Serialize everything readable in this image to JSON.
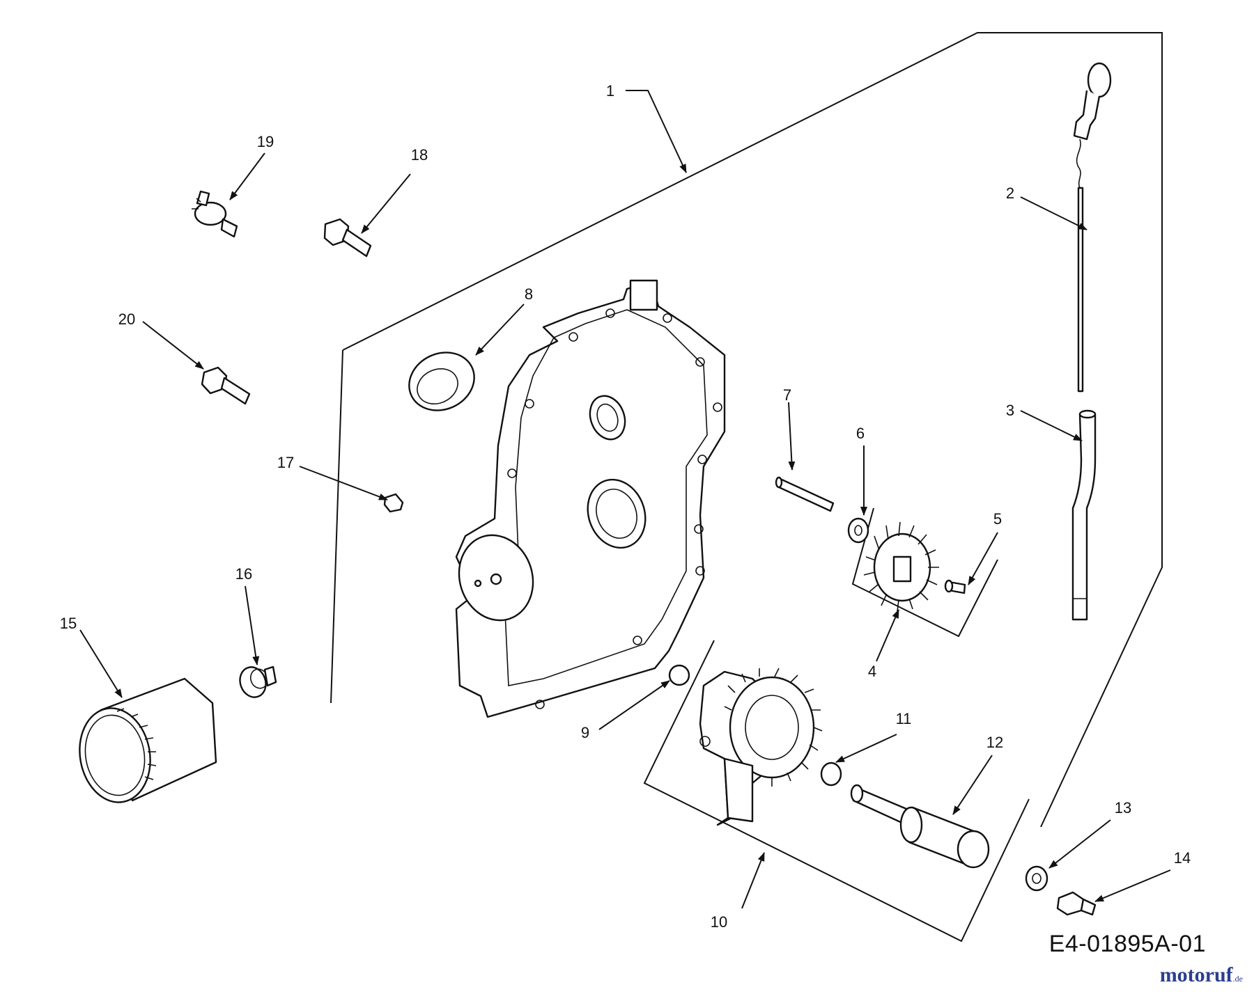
{
  "diagram": {
    "callouts": [
      "1",
      "2",
      "3",
      "4",
      "5",
      "6",
      "7",
      "8",
      "9",
      "10",
      "11",
      "12",
      "13",
      "14",
      "15",
      "16",
      "17",
      "18",
      "19",
      "20"
    ],
    "drawing_code": "E4-01895A-01",
    "watermark": {
      "brand": "motoruf",
      "tld": ".de"
    }
  }
}
